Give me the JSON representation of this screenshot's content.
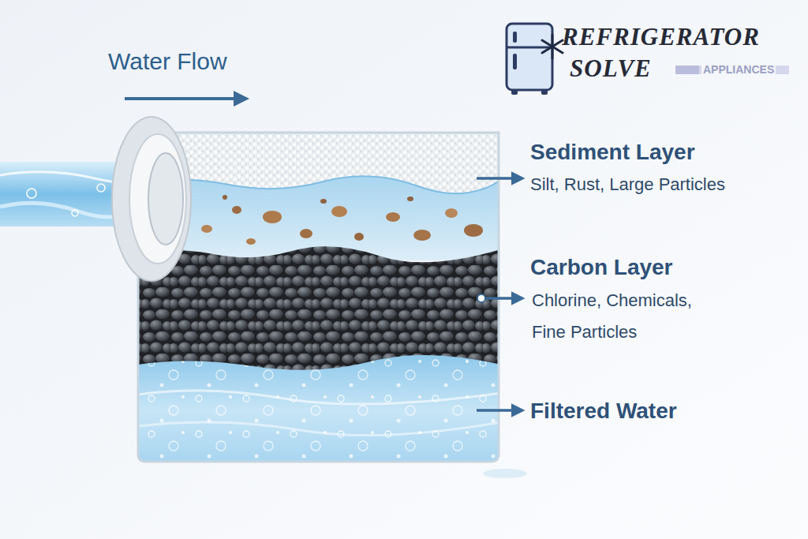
{
  "diagram": {
    "labels": [
      "Water Flow",
      "REFRIGERATOR",
      "SOLVE",
      "APPLIANCES",
      "Sediment Layer",
      "Silt, Rust, Large Particles",
      "Carbon Layer",
      "Chlorine, Chemicals, Fine Particles",
      "Filtered Water"
    ]
  }
}
